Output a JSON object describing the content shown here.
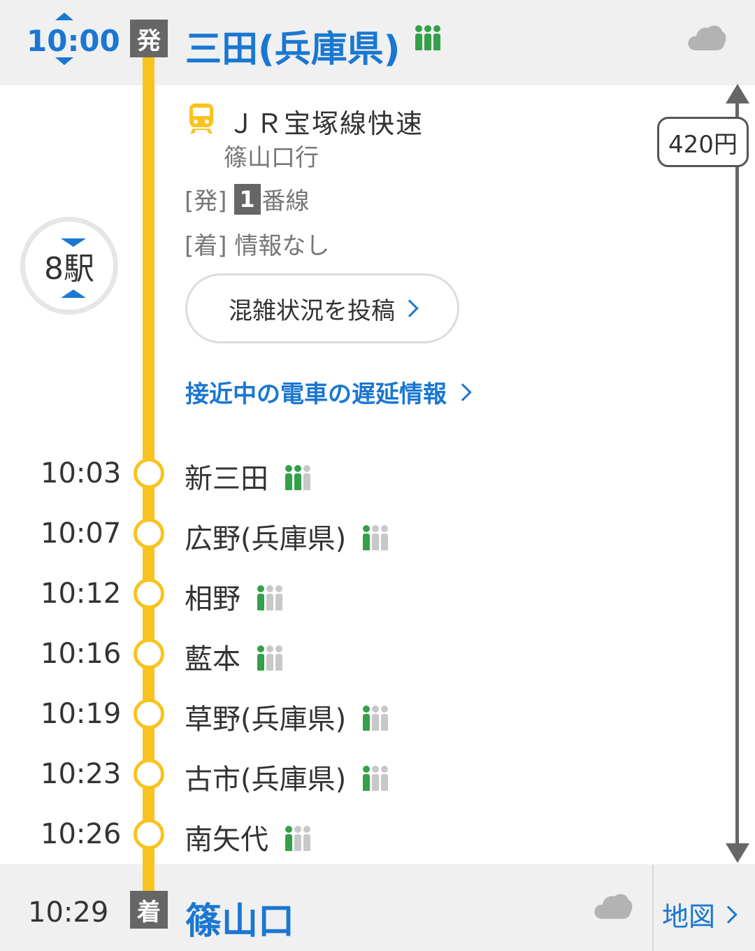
{
  "departure": {
    "time": "10:00",
    "badge": "発",
    "station": "三田(兵庫県)",
    "crowd_level": 3,
    "weather_icon": "cloud-icon"
  },
  "train": {
    "icon": "train-icon",
    "name": "ＪＲ宝塚線快速",
    "destination": "篠山口行",
    "dep_prefix": "[発]",
    "platform_number": "1",
    "platform_suffix": "番線",
    "arr_platform": "[着] 情報なし"
  },
  "stops_count": "8駅",
  "fare": "420円",
  "buttons": {
    "crowd_post": "混雑状況を投稿",
    "delay_info": "接近中の電車の遅延情報"
  },
  "stops": [
    {
      "time": "10:03",
      "name": "新三田",
      "crowd_level": 2
    },
    {
      "time": "10:07",
      "name": "広野(兵庫県)",
      "crowd_level": 1
    },
    {
      "time": "10:12",
      "name": "相野",
      "crowd_level": 1
    },
    {
      "time": "10:16",
      "name": "藍本",
      "crowd_level": 1
    },
    {
      "time": "10:19",
      "name": "草野(兵庫県)",
      "crowd_level": 1
    },
    {
      "time": "10:23",
      "name": "古市(兵庫県)",
      "crowd_level": 1
    },
    {
      "time": "10:26",
      "name": "南矢代",
      "crowd_level": 1
    }
  ],
  "arrival": {
    "time": "10:29",
    "badge": "着",
    "station": "篠山口",
    "weather_icon": "cloud-icon"
  },
  "map_button": "地図",
  "colors": {
    "accent": "#1a77d2",
    "route": "#f9c31f",
    "crowd_on": "#34a04a",
    "crowd_off": "#c8c8c8"
  }
}
